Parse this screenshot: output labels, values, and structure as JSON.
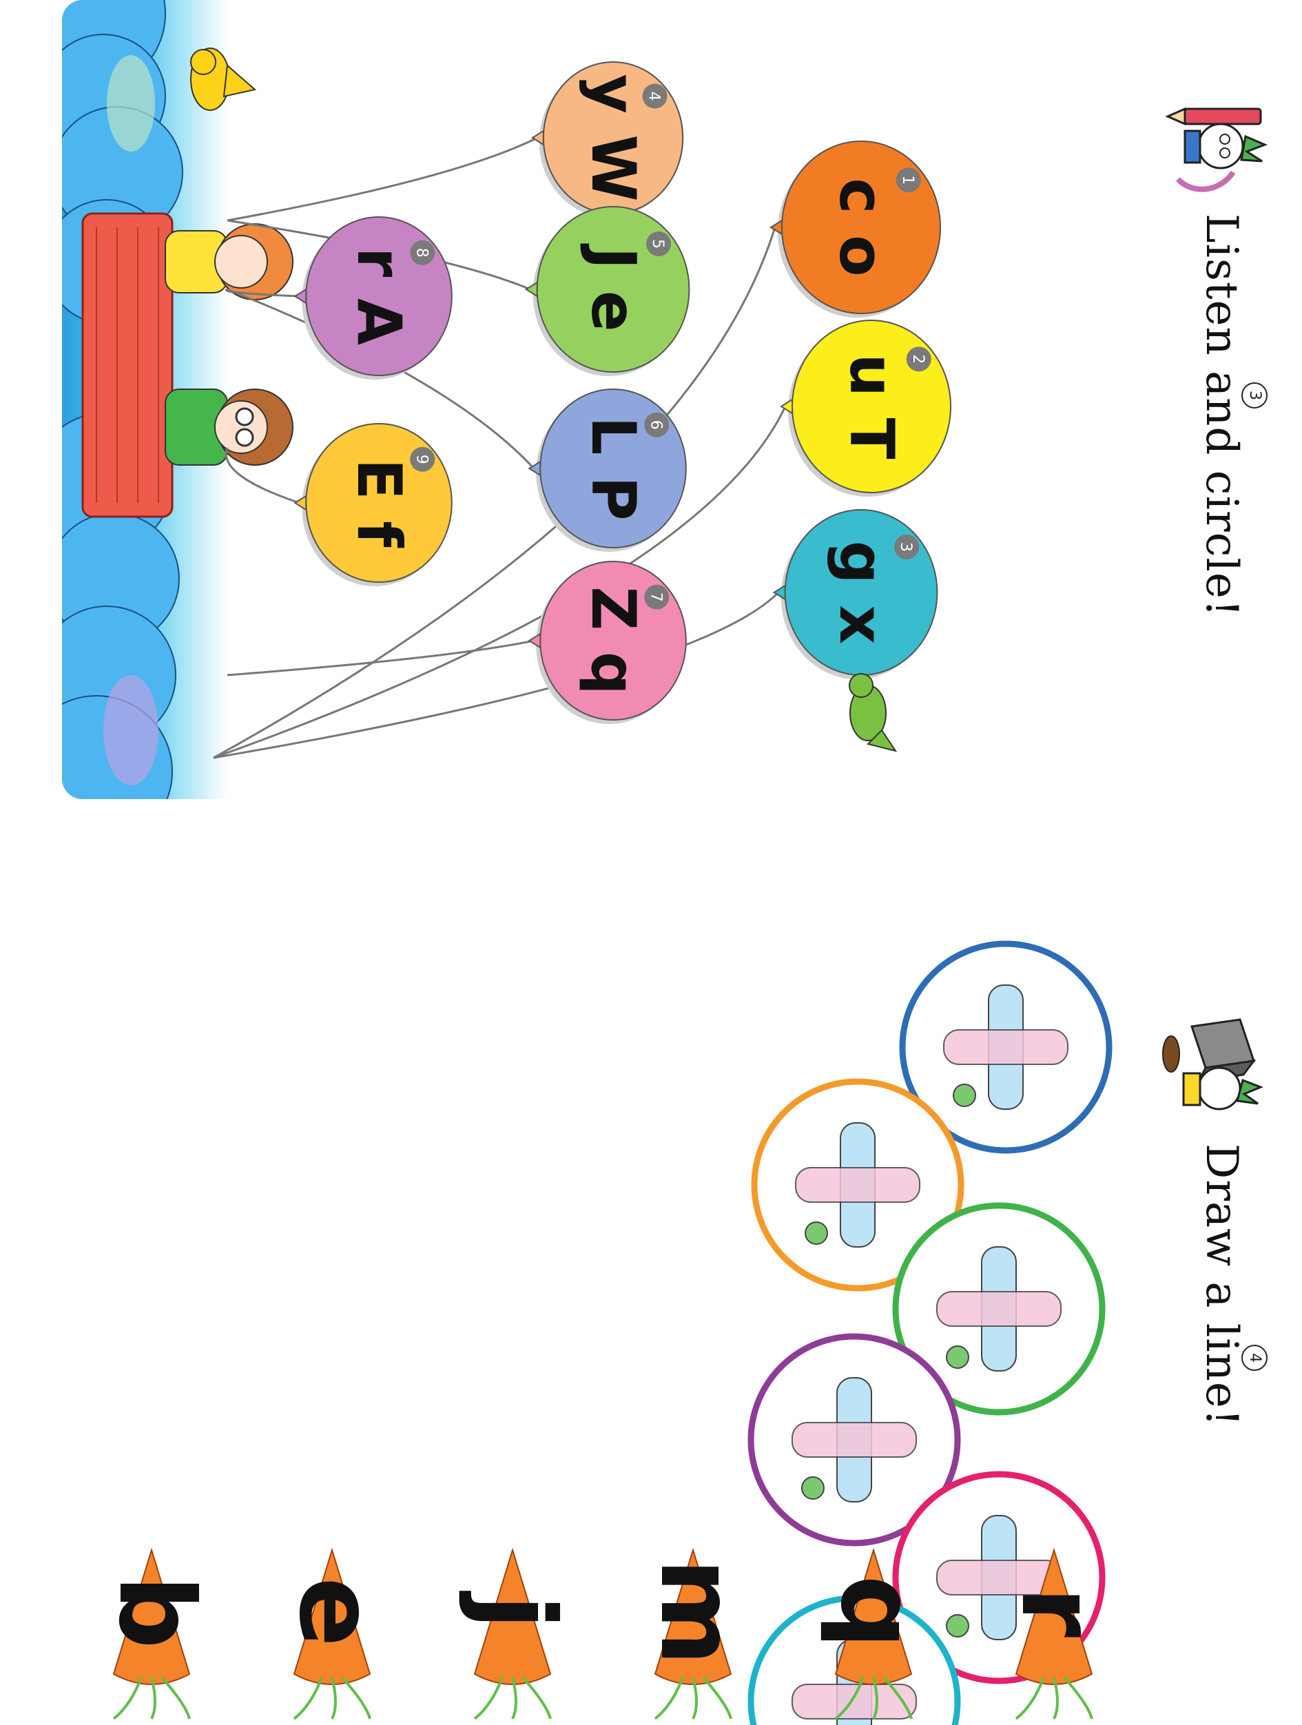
{
  "page3": {
    "instruction": "Listen and circle!",
    "page_number": "3",
    "balloons": [
      {
        "number": "1",
        "letters": "c o",
        "color": "#f27c24"
      },
      {
        "number": "2",
        "letters": "u T",
        "color": "#fbee1a"
      },
      {
        "number": "3",
        "letters": "g x",
        "color": "#39bccd"
      },
      {
        "number": "4",
        "letters": "y W",
        "color": "#f8b884"
      },
      {
        "number": "5",
        "letters": "J e",
        "color": "#96d15f"
      },
      {
        "number": "6",
        "letters": "L P",
        "color": "#8fa6dc"
      },
      {
        "number": "7",
        "letters": "Z q",
        "color": "#f28bb4"
      },
      {
        "number": "8",
        "letters": "r A",
        "color": "#c784c4"
      },
      {
        "number": "9",
        "letters": "E f",
        "color": "#ffc93a"
      }
    ]
  },
  "page4": {
    "instruction": "Draw a line!",
    "page_number": "4",
    "circle_colors": [
      "#2e6db5",
      "#f39a2b",
      "#3fb34a",
      "#8e3c96",
      "#e5206d",
      "#1fb3c9"
    ],
    "carrot_letters": [
      "b",
      "e",
      "j",
      "m",
      "q",
      "r"
    ]
  }
}
